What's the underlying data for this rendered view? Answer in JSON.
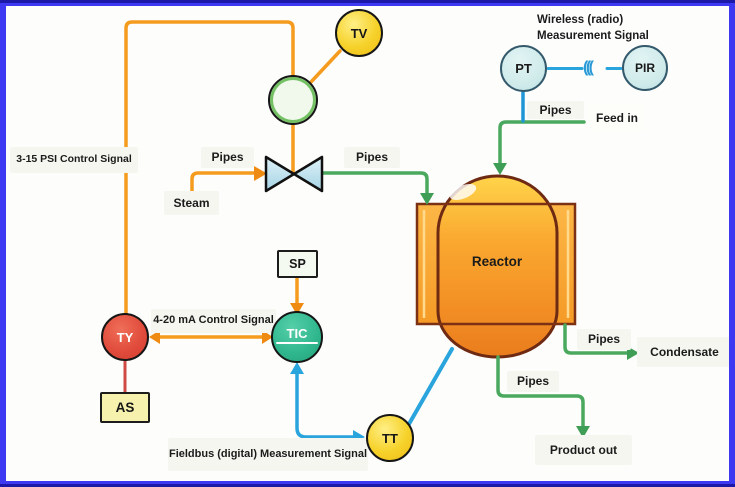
{
  "instruments": {
    "tv": "TV",
    "pt": "PT",
    "pir": "PIR",
    "ty": "TY",
    "tic": "TIC",
    "tt": "TT",
    "sp": "SP",
    "as": "AS"
  },
  "equipment": {
    "reactor": "Reactor"
  },
  "streams": {
    "steam": "Steam",
    "feed_in": "Feed in",
    "condensate": "Condensate",
    "product_out": "Product out"
  },
  "signals": {
    "psi": "3-15 PSI Control Signal",
    "ma": "4-20 mA Control Signal",
    "fieldbus": "Fieldbus  (digital)  Measurement Signal",
    "wireless_line1": "Wireless (radio)",
    "wireless_line2": "Measurement  Signal"
  },
  "pipe_labels": {
    "steam_pipe": "Pipes",
    "valve_out": "Pipes",
    "feed": "Pipes",
    "condensate": "Pipes",
    "product": "Pipes"
  },
  "icons": {
    "wireless": "((("
  },
  "colors": {
    "control_signal_orange": "#f59b1e",
    "pipe_green": "#4aa95e",
    "signal_blue": "#2aa4dd",
    "as_link_red": "#cf4a45",
    "frame_blue": "#3d39f3",
    "vessel_orange": "#f79b2e",
    "node_yellow": "#f6d22b",
    "node_red": "#e04a3a",
    "node_teal": "#2fb68d",
    "node_cyan": "#cfeaea"
  }
}
